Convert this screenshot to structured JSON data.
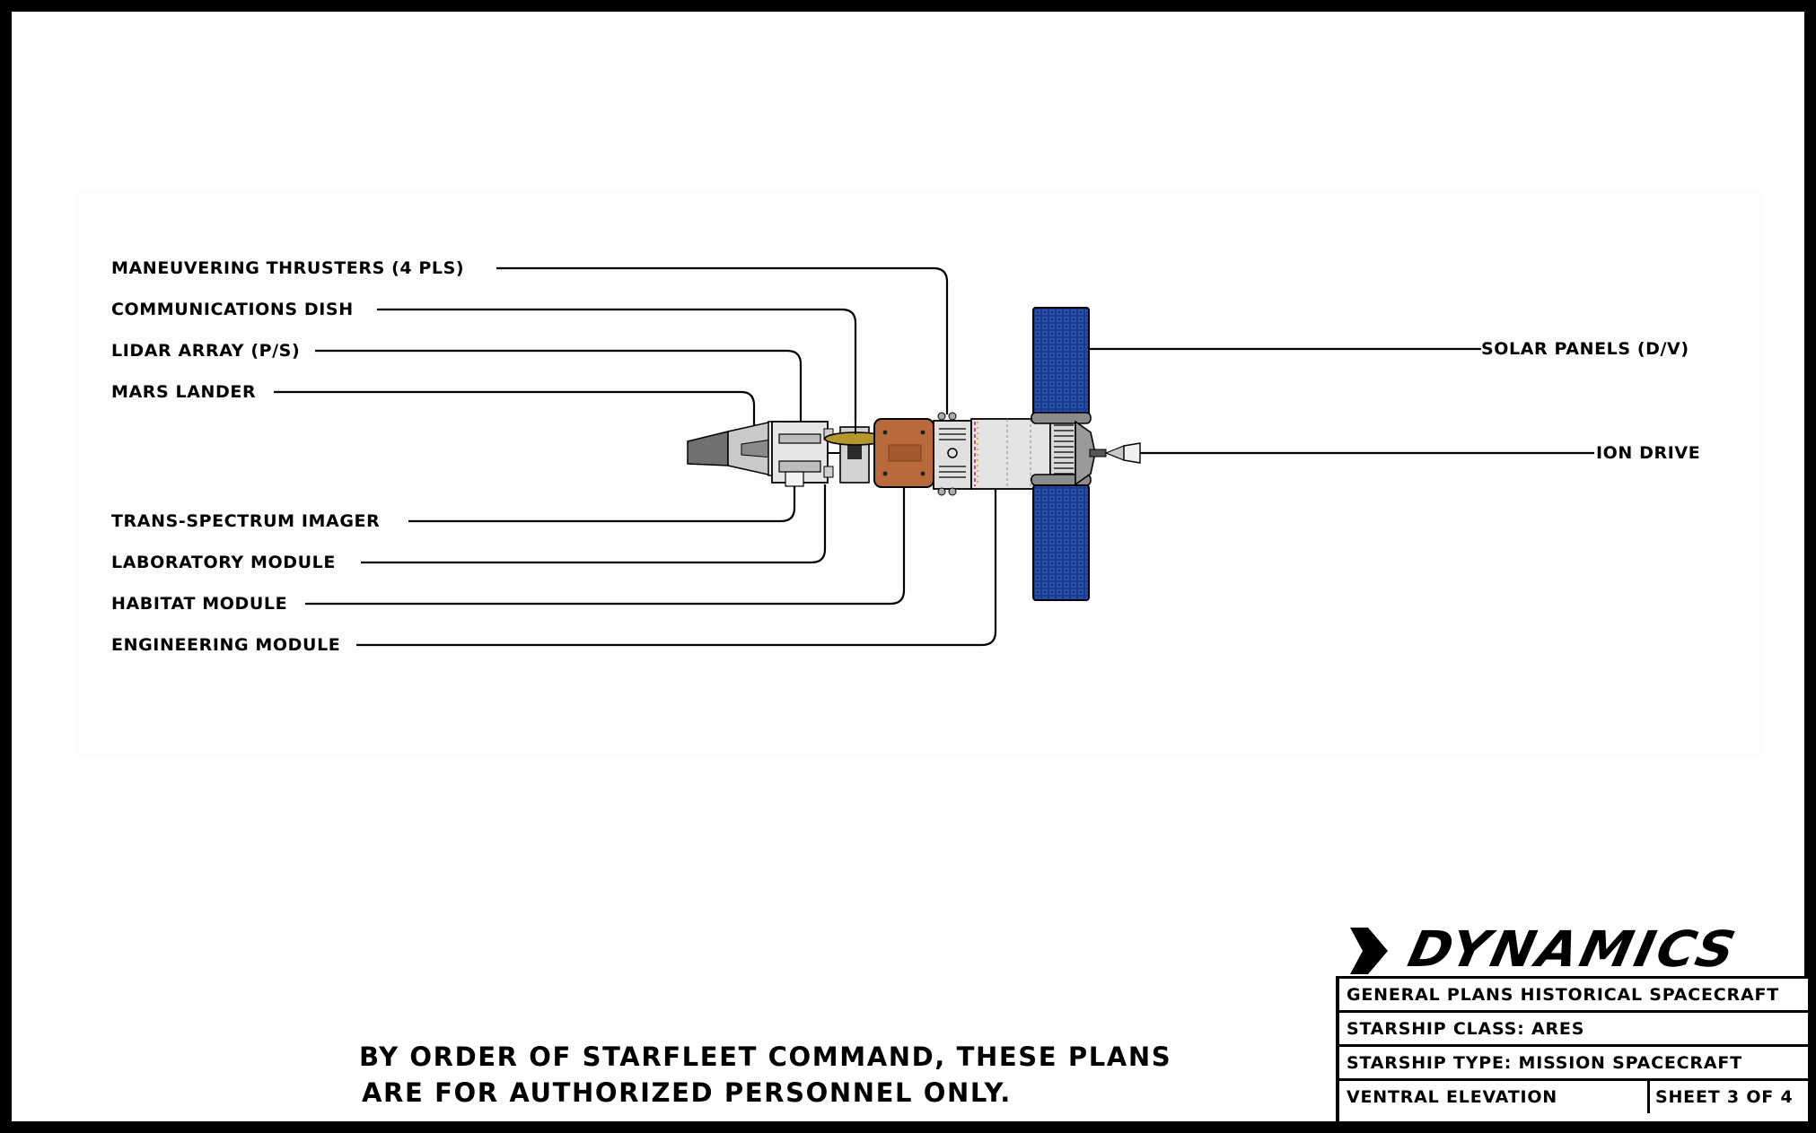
{
  "callouts": {
    "maneuvering_thrusters": "MANEUVERING THRUSTERS (4 PLS)",
    "communications_dish": "COMMUNICATIONS DISH",
    "lidar_array": "LIDAR ARRAY (P/S)",
    "mars_lander": "MARS LANDER",
    "trans_spectrum_imager": "TRANS-SPECTRUM IMAGER",
    "laboratory_module": "LABORATORY MODULE",
    "habitat_module": "HABITAT MODULE",
    "engineering_module": "ENGINEERING MODULE",
    "solar_panels": "SOLAR PANELS (D/V)",
    "ion_drive": "ION DRIVE"
  },
  "notice": {
    "line1": "BY ORDER OF STARFLEET COMMAND, THESE PLANS",
    "line2": "ARE FOR AUTHORIZED PERSONNEL ONLY."
  },
  "logo": {
    "text": "DYNAMICS"
  },
  "title_block": {
    "general_plans": "GENERAL PLANS HISTORICAL SPACECRAFT",
    "starship_class": "STARSHIP CLASS: ARES",
    "starship_type": "STARSHIP TYPE: MISSION SPACECRAFT",
    "elevation": "VENTRAL ELEVATION",
    "sheet": "SHEET 3 OF 4"
  },
  "colors": {
    "solar_panel": "#1b3a8c",
    "habitat_module": "#b86a3a",
    "hull": "#dcdcdc",
    "lander": "#808080",
    "dish": "#b8962e"
  }
}
